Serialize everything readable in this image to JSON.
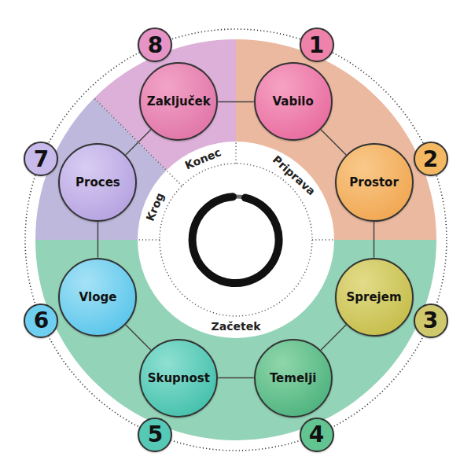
{
  "diagram": {
    "nodes": [
      {
        "text": [
          "1"
        ]
      },
      {
        "text": [
          "Vabilo"
        ]
      },
      {
        "text": [
          "2"
        ]
      },
      {
        "text": [
          "Prostor"
        ]
      },
      {
        "text": [
          "3"
        ]
      },
      {
        "text": [
          "Sprejem"
        ]
      },
      {
        "text": [
          "4"
        ]
      },
      {
        "text": [
          "Temelji"
        ]
      },
      {
        "text": [
          "5"
        ]
      },
      {
        "text": [
          "Skupnost"
        ]
      },
      {
        "text": [
          "6"
        ]
      },
      {
        "text": [
          "Vloge"
        ]
      },
      {
        "text": [
          "7"
        ]
      },
      {
        "text": [
          "Proces"
        ]
      },
      {
        "text": [
          "8"
        ]
      },
      {
        "text": [
          "Zaključek"
        ]
      }
    ],
    "edges": [
      {
        "from": 1,
        "to": 3,
        "arrow": "none"
      },
      {
        "from": 3,
        "to": 5,
        "arrow": "none"
      },
      {
        "from": 5,
        "to": 7,
        "arrow": "none"
      },
      {
        "from": 7,
        "to": 9,
        "arrow": "none"
      },
      {
        "from": 9,
        "to": 11,
        "arrow": "none"
      },
      {
        "from": 11,
        "to": 13,
        "arrow": "none"
      },
      {
        "from": 13,
        "to": 15,
        "arrow": "none"
      },
      {
        "from": 15,
        "to": 1,
        "arrow": "none"
      }
    ],
    "labels": [
      "Konec",
      "Priprava",
      "Krog",
      "Začetek"
    ]
  }
}
